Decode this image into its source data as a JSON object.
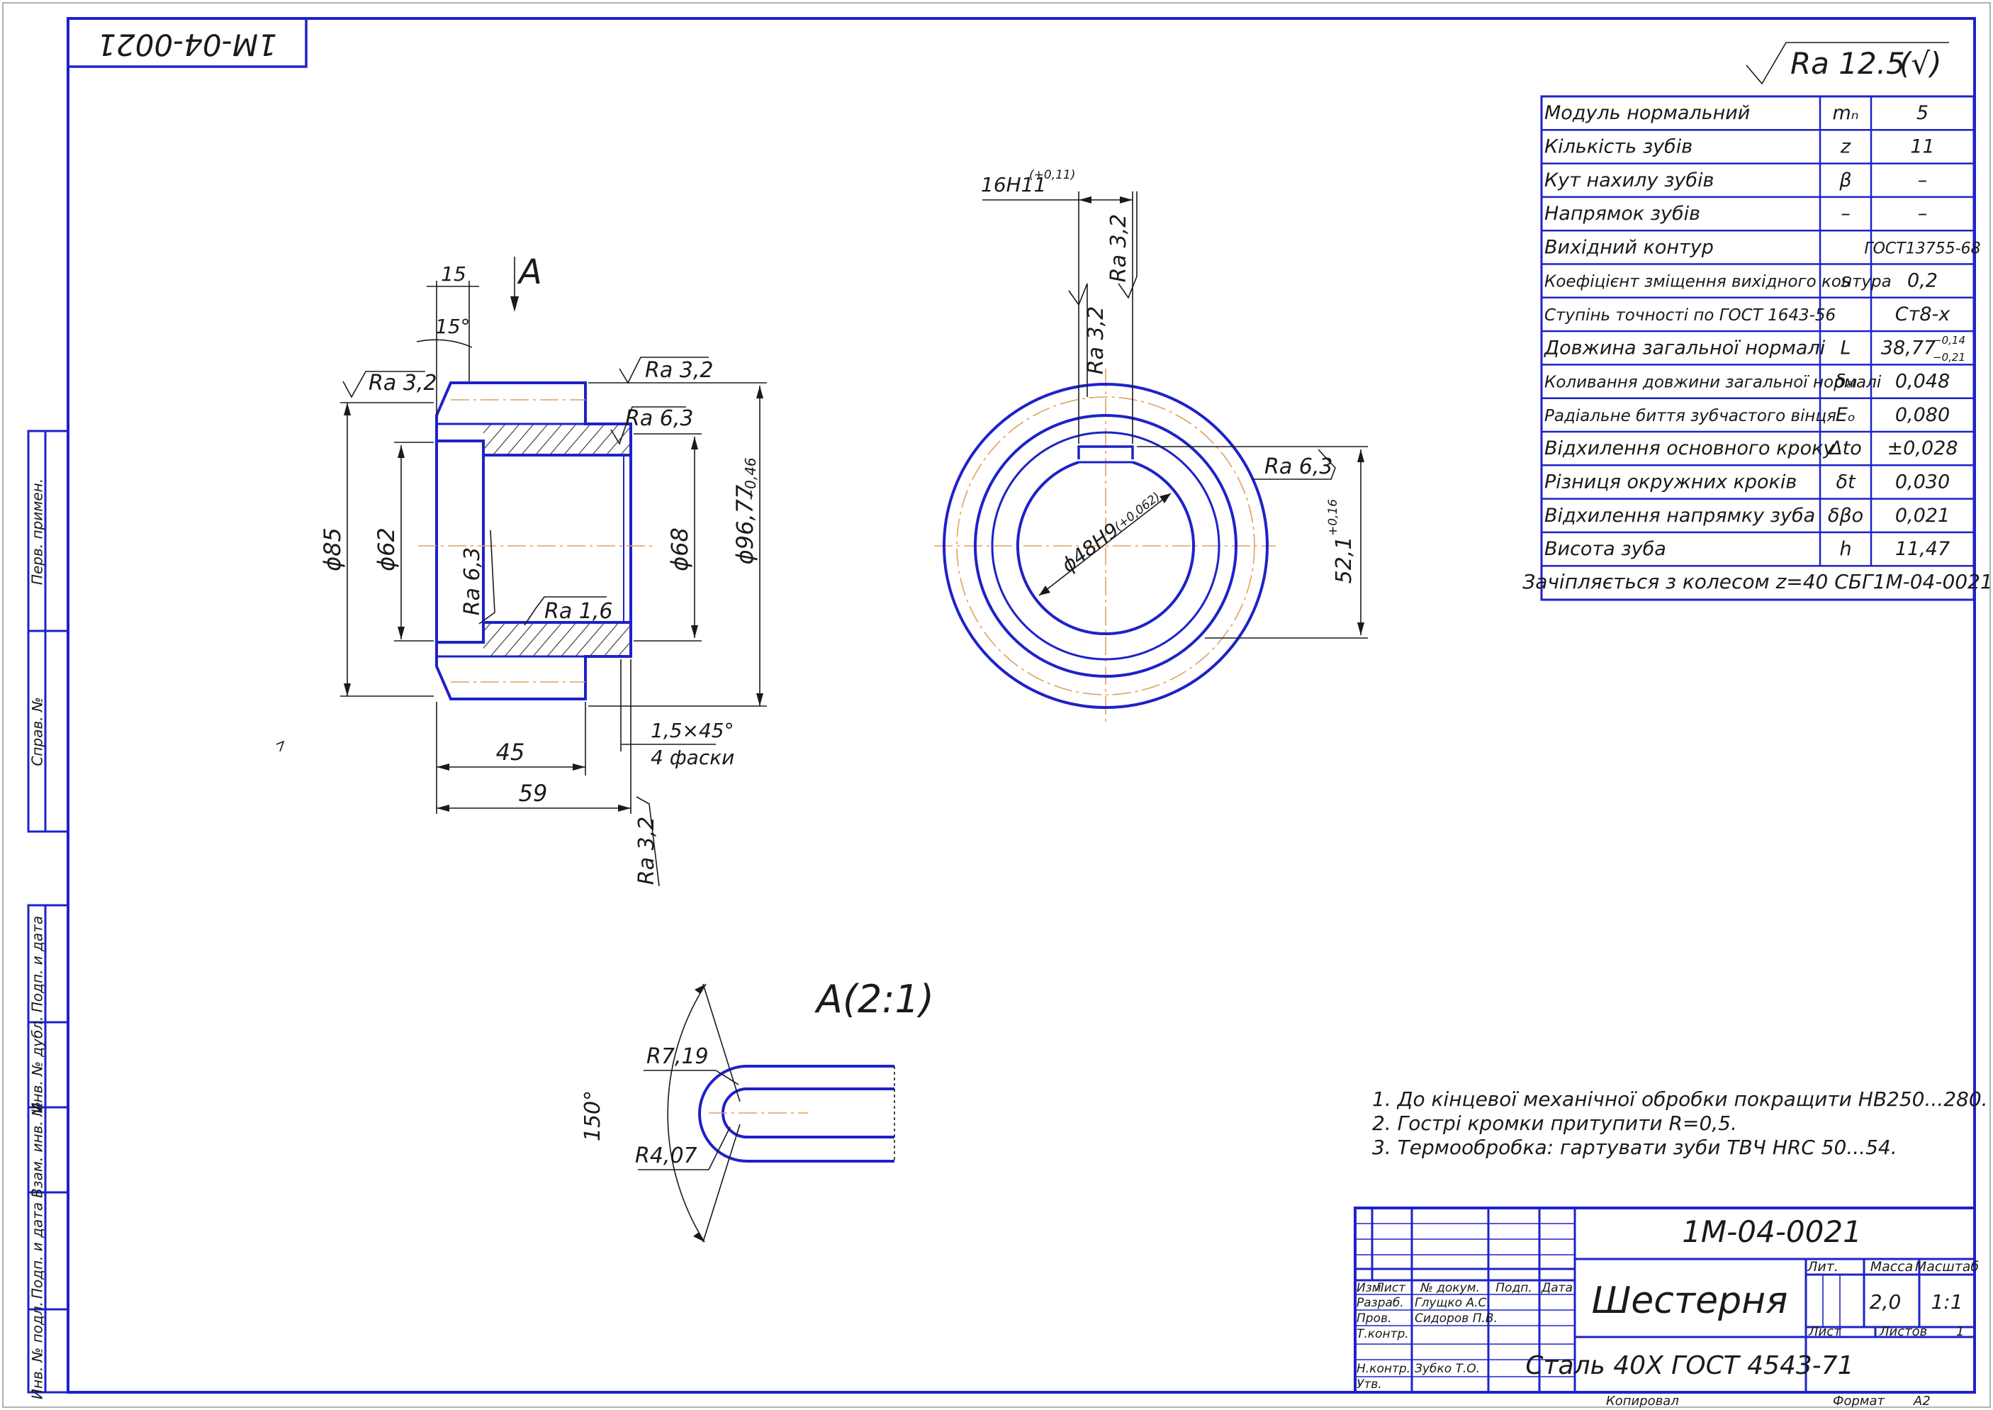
{
  "stamp_code_rotated": "1М-04-0021",
  "roughness_general": {
    "value": "Ra 12.5",
    "paren": "(√)"
  },
  "params_table": [
    {
      "name": "Модуль нормальний",
      "symbol": "mₙ",
      "value": "5"
    },
    {
      "name": "Кількість зубів",
      "symbol": "z",
      "value": "11"
    },
    {
      "name": "Кут нахилу зубів",
      "symbol": "β",
      "value": "–"
    },
    {
      "name": "Напрямок зубів",
      "symbol": "–",
      "value": "–"
    },
    {
      "name": "Вихідний контур",
      "symbol": "",
      "value": "ГОСТ13755-68"
    },
    {
      "name": "Коефіцієнт зміщення вихідного контура",
      "symbol": "s",
      "value": "0,2"
    },
    {
      "name": "Ступінь точності по ГОСТ 1643-56",
      "symbol": "",
      "value": "Ст8-х"
    },
    {
      "name": "Довжина загальної нормалі",
      "symbol": "L",
      "value": "38,77",
      "upper": "−0,14",
      "lower": "−0,21"
    },
    {
      "name": "Коливання довжини загальної нормалі",
      "symbol": "δₐₗ",
      "value": "0,048"
    },
    {
      "name": "Радіальне биття зубчастого вінця",
      "symbol": "Eₒ",
      "value": "0,080"
    },
    {
      "name": "Відхилення основного кроку",
      "symbol": "Δto",
      "value": "±0,028"
    },
    {
      "name": "Різниця окружних кроків",
      "symbol": "δt",
      "value": "0,030"
    },
    {
      "name": "Відхилення напрямку зуба",
      "symbol": "δβo",
      "value": "0,021"
    },
    {
      "name": "Висота зуба",
      "symbol": "h",
      "value": "11,47"
    }
  ],
  "mesh_note": "Зачіпляється з колесом z=40 СБГ1М-04-0021",
  "section_view": {
    "view_arrow_label": "A",
    "dims": {
      "d85": "ϕ85",
      "d62": "ϕ62",
      "d68": "ϕ68",
      "d96": "ϕ96,77",
      "d96_tol": "−0,46",
      "len45": "45",
      "len59": "59",
      "top15": "15",
      "angle15": "15°",
      "chamfer": "1,5×45°",
      "chamfer_count": "4 фаски"
    },
    "roughness": {
      "left_top": "Ra 3,2",
      "right_top": "Ra 3,2",
      "step": "Ra 6,3",
      "bore": "Ra 6,3",
      "inner": "Ra 1,6",
      "bottom": "Ra 3,2"
    }
  },
  "end_view": {
    "keyway_width": "16H11",
    "keyway_tol": "(+0,11)",
    "ra_left": "Ra 3,2",
    "ra_right": "Ra 3,2",
    "ra_outer": "Ra 6,3",
    "bore": "ϕ48H9",
    "bore_tol": "(+0,062)",
    "height": "52,1",
    "height_tol": "+0,16"
  },
  "detail": {
    "label": "A(2:1)",
    "r_outer": "R7,19",
    "r_inner": "R4,07",
    "angle": "150°"
  },
  "notes": [
    "1. До кінцевої механічної обробки покращити HB250...280.",
    "2. Гострі кромки притупити R=0,5.",
    "3. Термообробка: гартувати зуби ТВЧ HRC 50...54."
  ],
  "side_strip": [
    "Перв. примен.",
    "Справ. №",
    "Подп. и дата",
    "Инв. № дубл.",
    "Взам. инв. №",
    "Подп. и дата",
    "Инв. № подл."
  ],
  "title_block": {
    "code": "1М-04-0021",
    "name": "Шестерня",
    "material": "Сталь 40Х  ГОСТ 4543-71",
    "hdr_izm": "Изм",
    "hdr_list": "Лист",
    "hdr_doc": "№ докум.",
    "hdr_podp": "Подп.",
    "hdr_data": "Дата",
    "role_razrab": "Разраб.",
    "person_razrab": "Глущко А.С.",
    "role_prov": "Пров.",
    "person_prov": "Сидоров П.В.",
    "role_tkontr": "Т.контр.",
    "role_nkontr": "Н.контр.",
    "person_nkontr": "Зубко Т.О.",
    "role_utv": "Утв.",
    "lit": "Лит.",
    "massa": "Масса",
    "masshtab": "Масштаб",
    "massa_val": "2,0",
    "masshtab_val": "1:1",
    "list": "Лист",
    "listov": "Листов",
    "listov_val": "1",
    "kopiroval": "Копировал",
    "format": "Формат",
    "format_val": "А2"
  },
  "colors": {
    "outline": "#1e22c8",
    "centerline": "#e0a060",
    "dim": "#1a1a1a"
  }
}
